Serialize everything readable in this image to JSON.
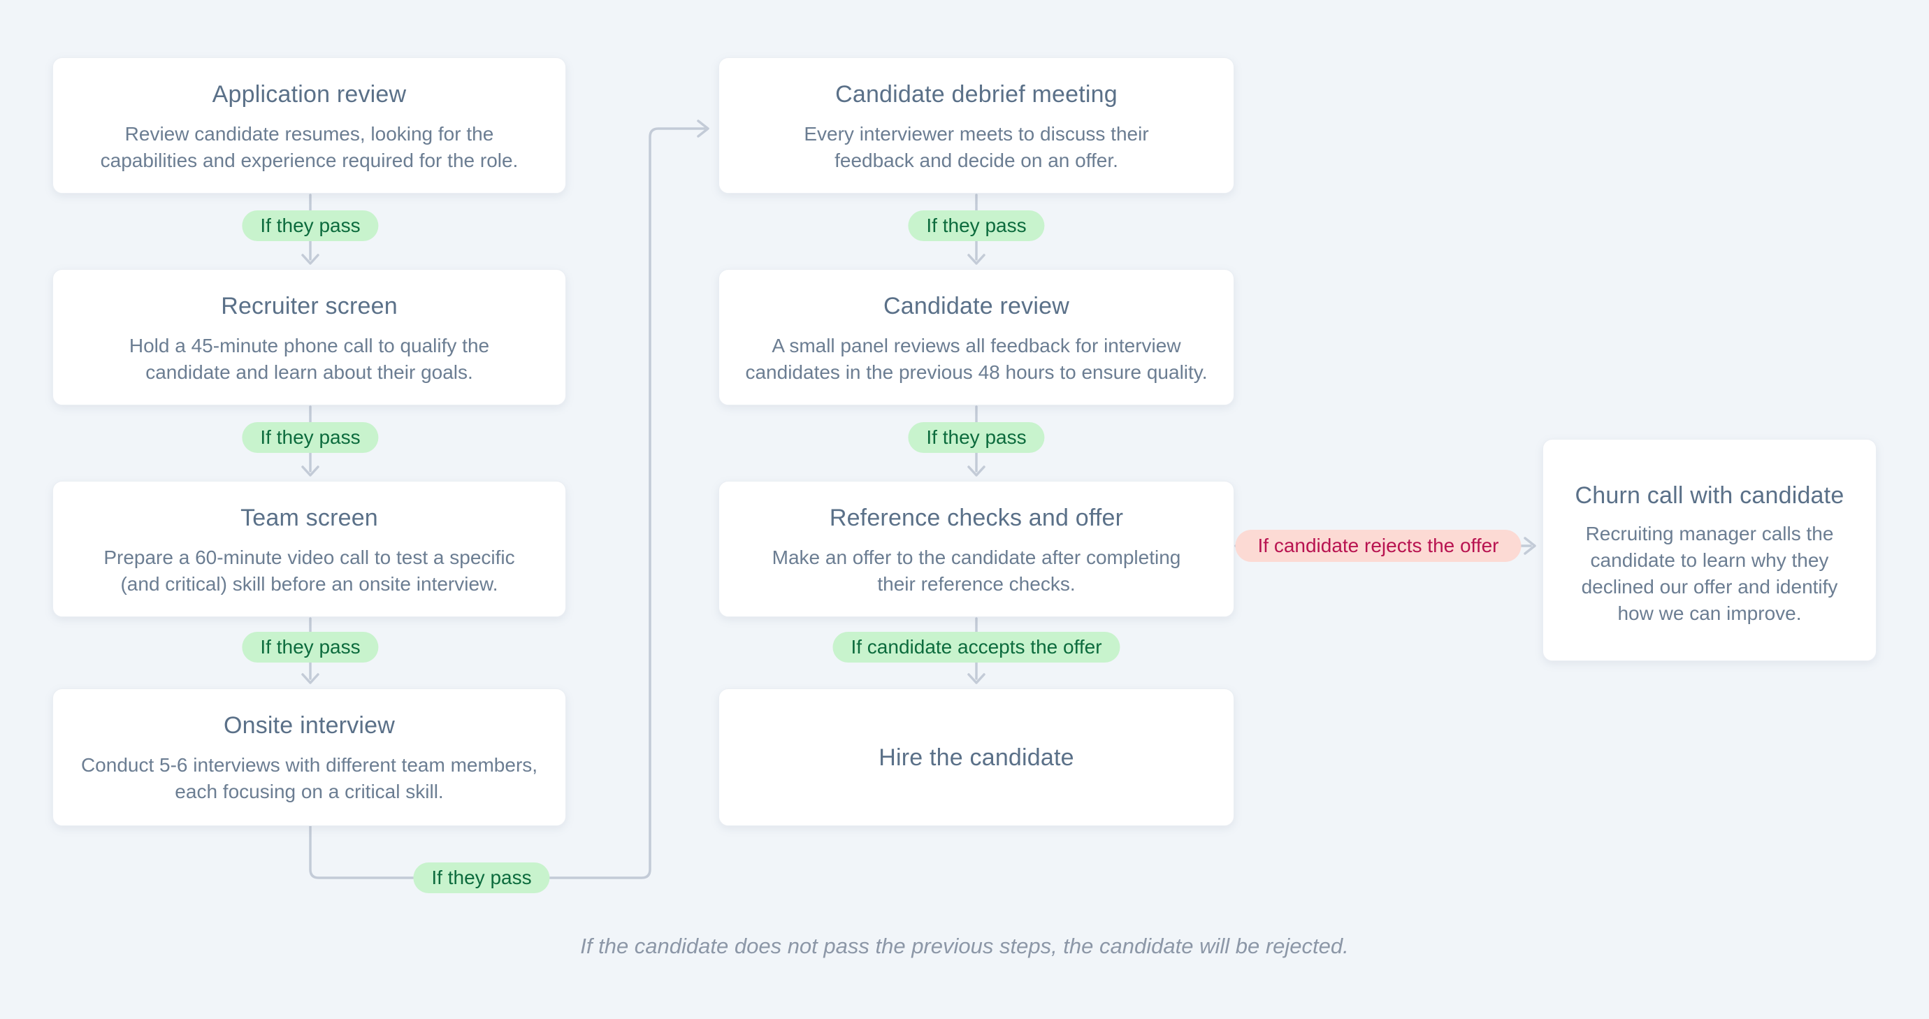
{
  "colors": {
    "background": "#f1f5f9",
    "card_bg": "#ffffff",
    "card_border": "#eaeef3",
    "title_text": "#5a7088",
    "body_text": "#6b7d92",
    "connector": "#c3cbd7",
    "pass_pill_bg": "#c8f3cd",
    "pass_pill_text": "#0c6b3d",
    "reject_pill_bg": "#fcdad4",
    "reject_pill_text": "#b81350",
    "footnote_text": "#8c97a7"
  },
  "nodes": [
    {
      "title": "Application review",
      "description": "Review candidate resumes, looking for the\ncapabilities and experience required for the role."
    },
    {
      "title": "Recruiter screen",
      "description": "Hold a 45-minute phone call to qualify the\ncandidate and learn about their goals."
    },
    {
      "title": "Team screen",
      "description": "Prepare a 60-minute video call to test a specific\n(and critical) skill before an onsite interview."
    },
    {
      "title": "Onsite interview",
      "description": "Conduct 5-6 interviews with different team members,\neach focusing on a critical skill."
    },
    {
      "title": "Candidate debrief meeting",
      "description": "Every interviewer meets to discuss their\nfeedback and decide on an offer."
    },
    {
      "title": "Candidate review",
      "description": "A small panel reviews all feedback for interview\ncandidates in the previous 48 hours to ensure quality."
    },
    {
      "title": "Reference checks and offer",
      "description": "Make an offer to the candidate after completing\ntheir reference checks."
    },
    {
      "title": "Hire the candidate",
      "description": ""
    },
    {
      "title": "Churn call with candidate",
      "description": "Recruiting manager calls the\ncandidate to learn why they\ndeclined our offer and identify\nhow we can improve."
    }
  ],
  "labels": {
    "pass": "If they pass",
    "accept": "If candidate accepts the offer",
    "reject": "If candidate rejects the offer"
  },
  "footnote": "If the candidate does not pass the previous steps, the candidate will be rejected."
}
